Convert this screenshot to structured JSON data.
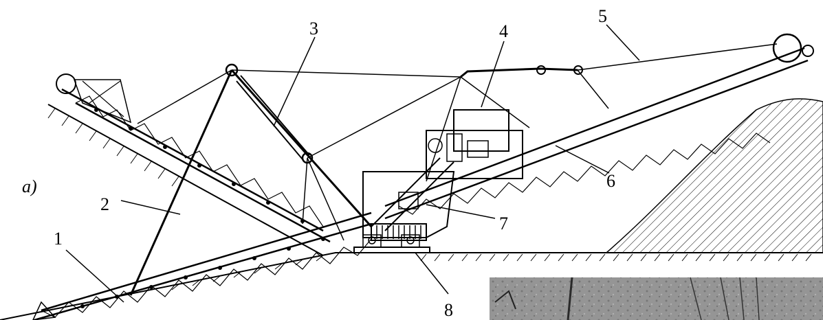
{
  "figure": {
    "panel_label": "a)",
    "callouts": [
      "1",
      "2",
      "3",
      "4",
      "5",
      "6",
      "7",
      "8"
    ]
  }
}
